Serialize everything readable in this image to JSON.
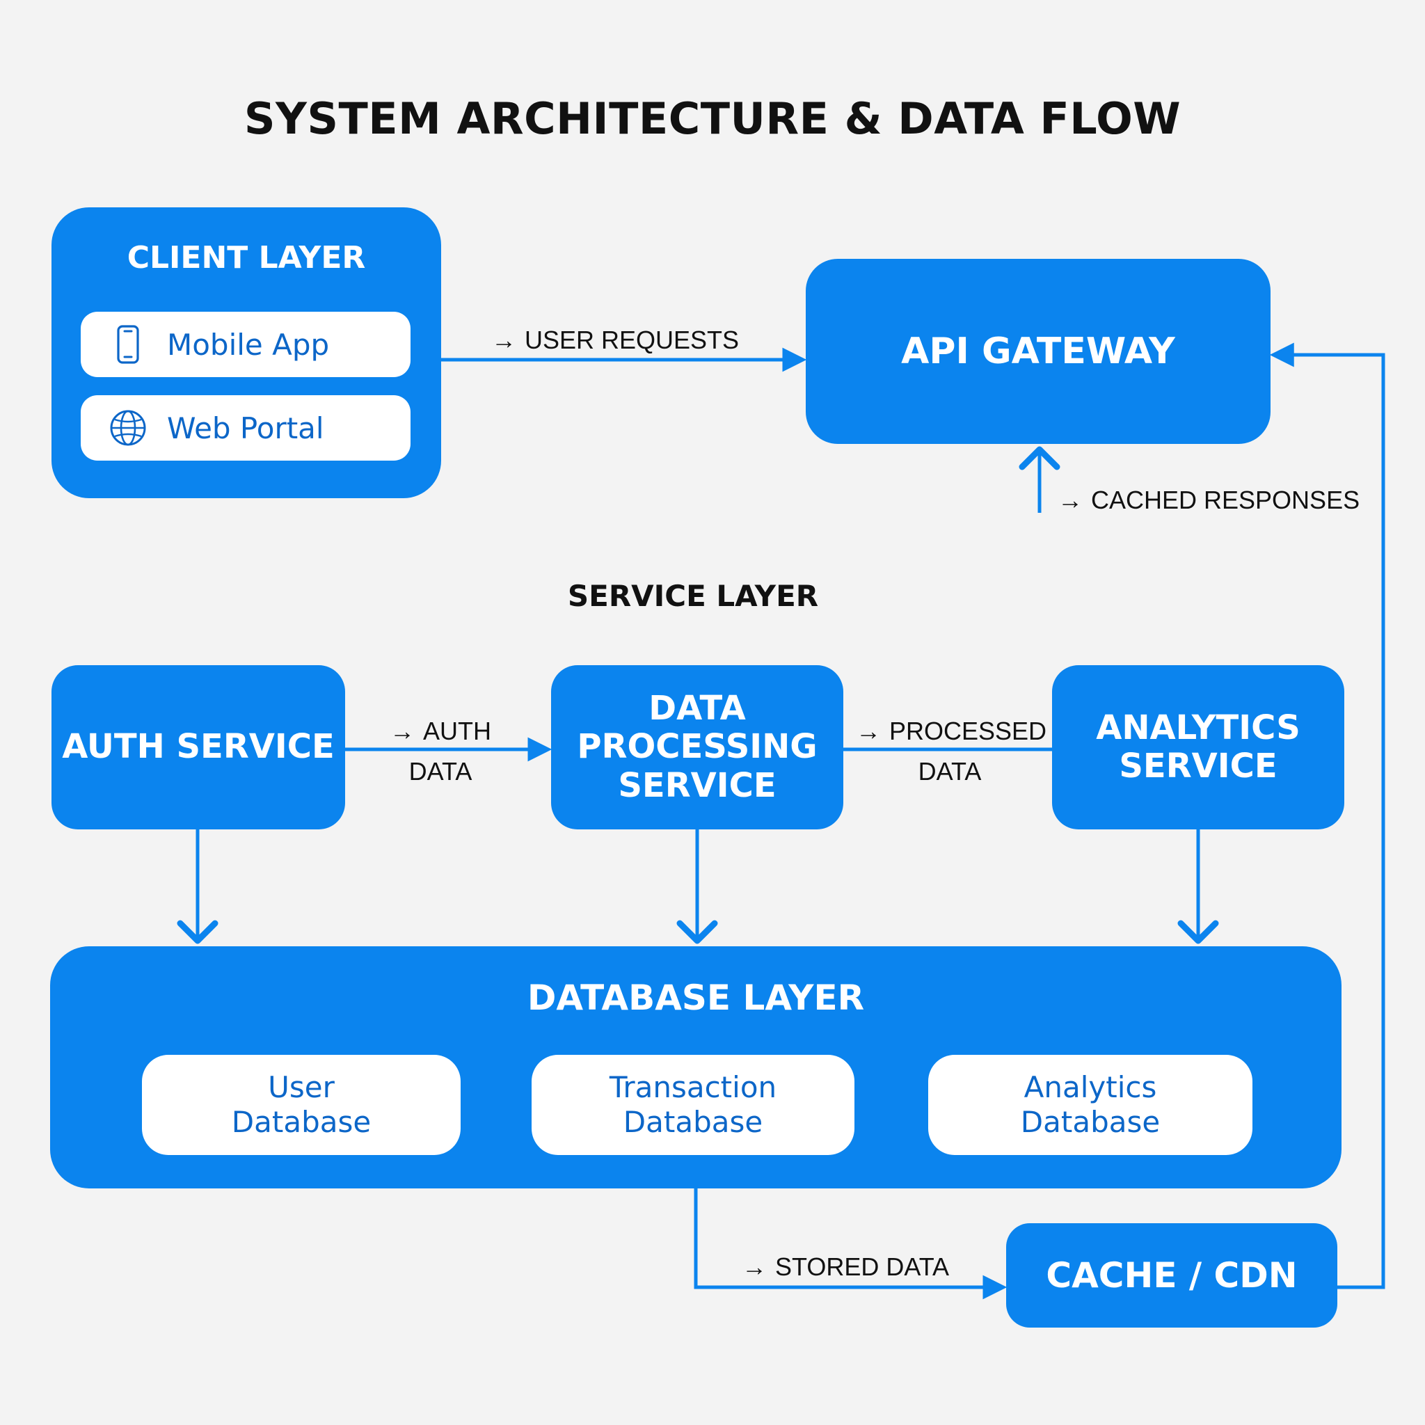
{
  "diagram": {
    "title": "SYSTEM ARCHITECTURE & DATA FLOW",
    "client_layer": {
      "title": "CLIENT LAYER",
      "items": [
        {
          "label": "Mobile App",
          "icon": "mobile-phone-icon"
        },
        {
          "label": "Web Portal",
          "icon": "globe-icon"
        }
      ]
    },
    "api_gateway": {
      "title": "API GATEWAY"
    },
    "service_layer": {
      "title": "SERVICE LAYER",
      "services": [
        {
          "title": "AUTH SERVICE"
        },
        {
          "title": "DATA PROCESSING SERVICE"
        },
        {
          "title": "ANALYTICS SERVICE"
        }
      ]
    },
    "database_layer": {
      "title": "DATABASE LAYER",
      "databases": [
        {
          "line1": "User",
          "line2": "Database"
        },
        {
          "line1": "Transaction",
          "line2": "Database"
        },
        {
          "line1": "Analytics",
          "line2": "Database"
        }
      ]
    },
    "cache_cdn": {
      "title": "CACHE / CDN"
    },
    "flows": {
      "arrow_glyph": "→",
      "user_requests": "USER REQUESTS",
      "cached_responses": "CACHED RESPONSES",
      "auth_data": {
        "line1": "AUTH",
        "line2": "DATA"
      },
      "processed_data": {
        "line1": "PROCESSED",
        "line2": "DATA"
      },
      "stored_data": "STORED DATA"
    }
  },
  "colors": {
    "background": "#f3f3f3",
    "primary_blue": "#0b84ee",
    "text_dark": "#111111",
    "inner_text_blue": "#0c66c8",
    "white": "#ffffff"
  }
}
